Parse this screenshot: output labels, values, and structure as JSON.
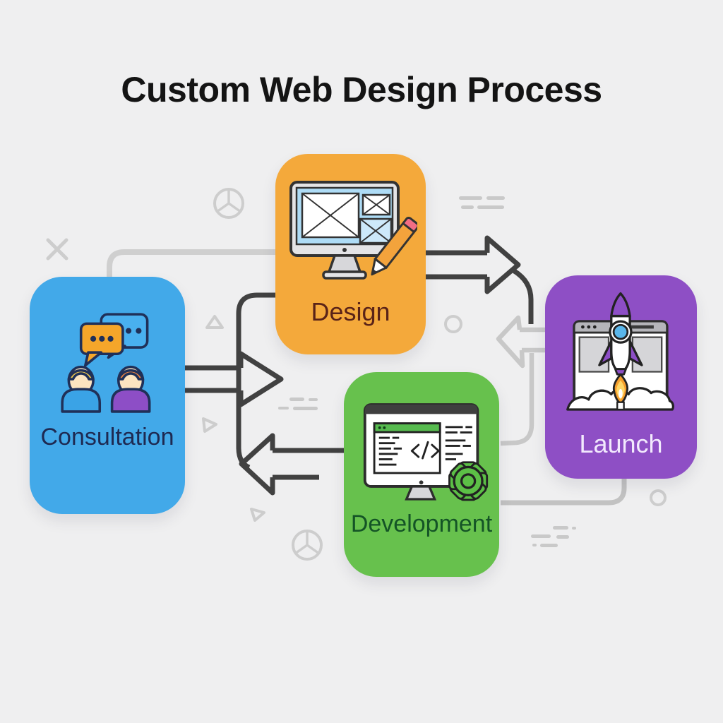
{
  "title": "Custom Web Design Process",
  "steps": [
    {
      "id": "consultation",
      "label": "Consultation",
      "color": "#42a9e9",
      "label_color": "#1e2a52",
      "icon": "people-chat-icon"
    },
    {
      "id": "design",
      "label": "Design",
      "color": "#f4a93b",
      "label_color": "#5a2318",
      "icon": "monitor-wireframe-pencil-icon"
    },
    {
      "id": "development",
      "label": "Development",
      "color": "#67c14d",
      "label_color": "#145426",
      "icon": "monitor-code-gear-icon"
    },
    {
      "id": "launch",
      "label": "Launch",
      "color": "#8e4fc5",
      "label_color": "#f2e9fd",
      "icon": "rocket-launch-icon"
    }
  ],
  "flow": {
    "arrows": [
      {
        "from": "consultation",
        "direction": "right",
        "color": "#414141"
      },
      {
        "from": "design",
        "direction": "right-then-down",
        "color": "#414141"
      },
      {
        "from": "design",
        "direction": "down-left",
        "color": "#414141"
      },
      {
        "from": "development",
        "direction": "left",
        "color": "#414141"
      },
      {
        "from": "launch",
        "direction": "left",
        "color": "#c8c8c8"
      }
    ]
  },
  "decorations": {
    "shapes": [
      "wireframe-sphere",
      "sparkle-cross",
      "triangle-outline",
      "circle-outline",
      "speed-dashes",
      "rounded-connector-lines"
    ],
    "color": "#cdcdcd"
  },
  "colors": {
    "background": "#efeff0",
    "arrow_dark": "#414141",
    "connector_light": "#c9c9c9"
  }
}
